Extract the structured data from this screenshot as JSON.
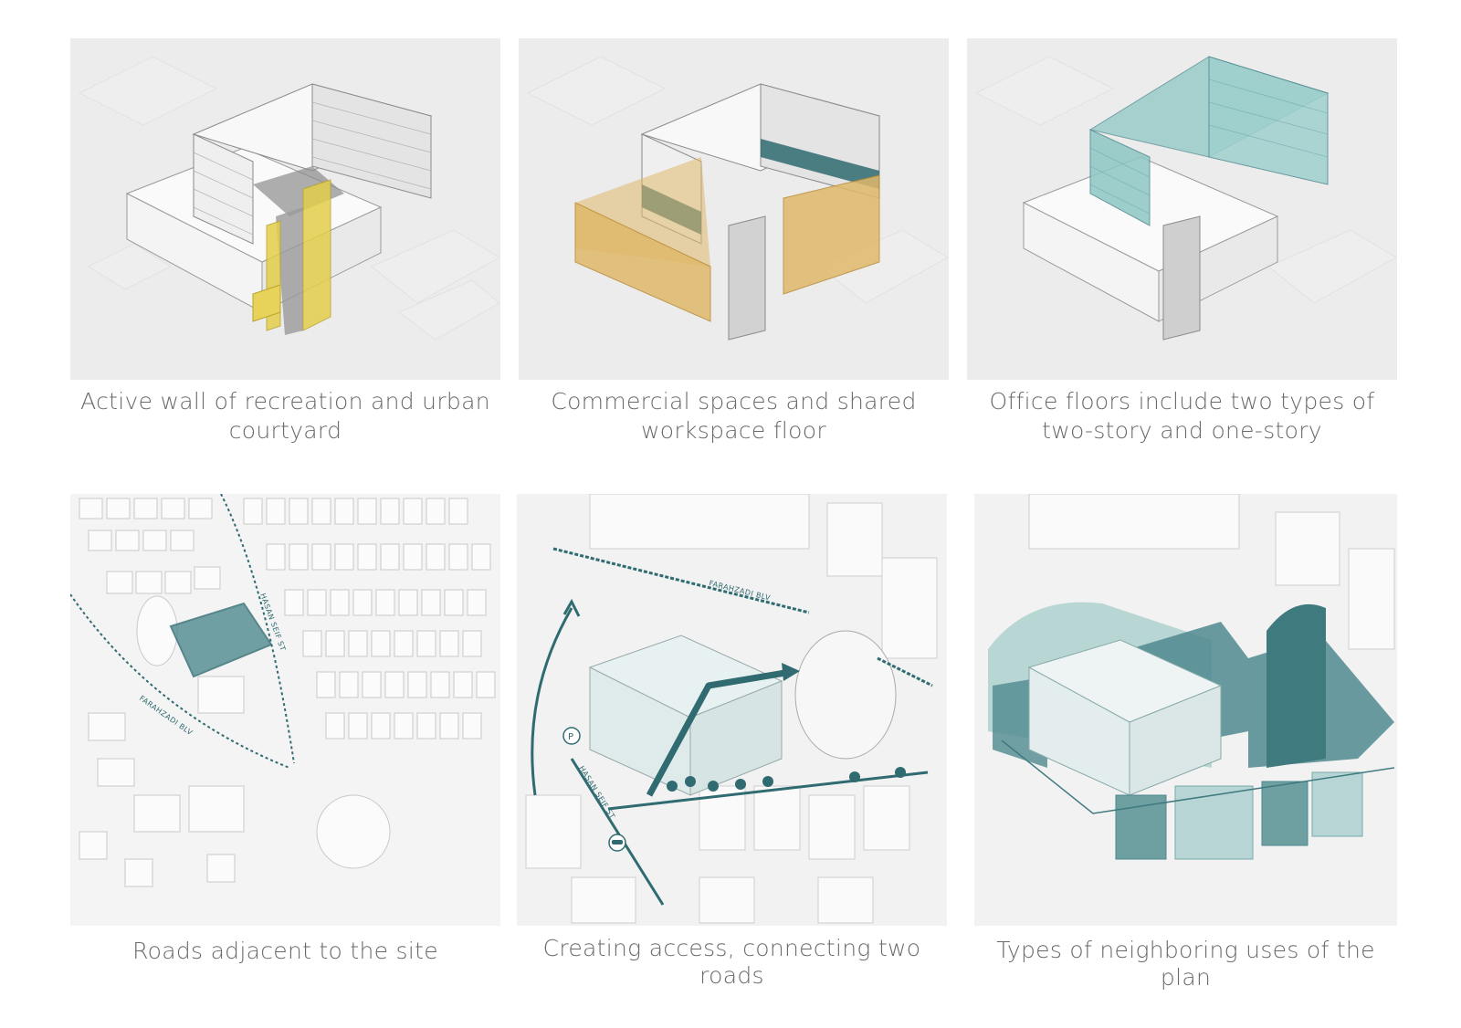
{
  "panels": [
    {
      "caption": "Active wall of recreation and urban courtyard",
      "highlight": "#e3cf4a"
    },
    {
      "caption": "Commercial spaces and shared workspace floor",
      "highlight": "#e0b86a"
    },
    {
      "caption": "Office floors include two types of two-story and one-story",
      "highlight": "#8ec7c4"
    },
    {
      "caption": "Roads adjacent to the site",
      "highlight": "#4f8a8f"
    },
    {
      "caption": "Creating access, connecting  two roads",
      "highlight": "#2f6b70"
    },
    {
      "caption": "Types of neighboring uses of the plan",
      "highlight": "#6e9fa1"
    }
  ],
  "road_labels": {
    "hasan_seif": "HASAN SEIF ST",
    "farahzadi": "FARAHZADI BLV",
    "farahzadi_2": "FARAHZADI BLV",
    "hasan_seif_2": "HASAN SEIF ST"
  },
  "icons": {
    "parking": "P",
    "car": "car"
  }
}
